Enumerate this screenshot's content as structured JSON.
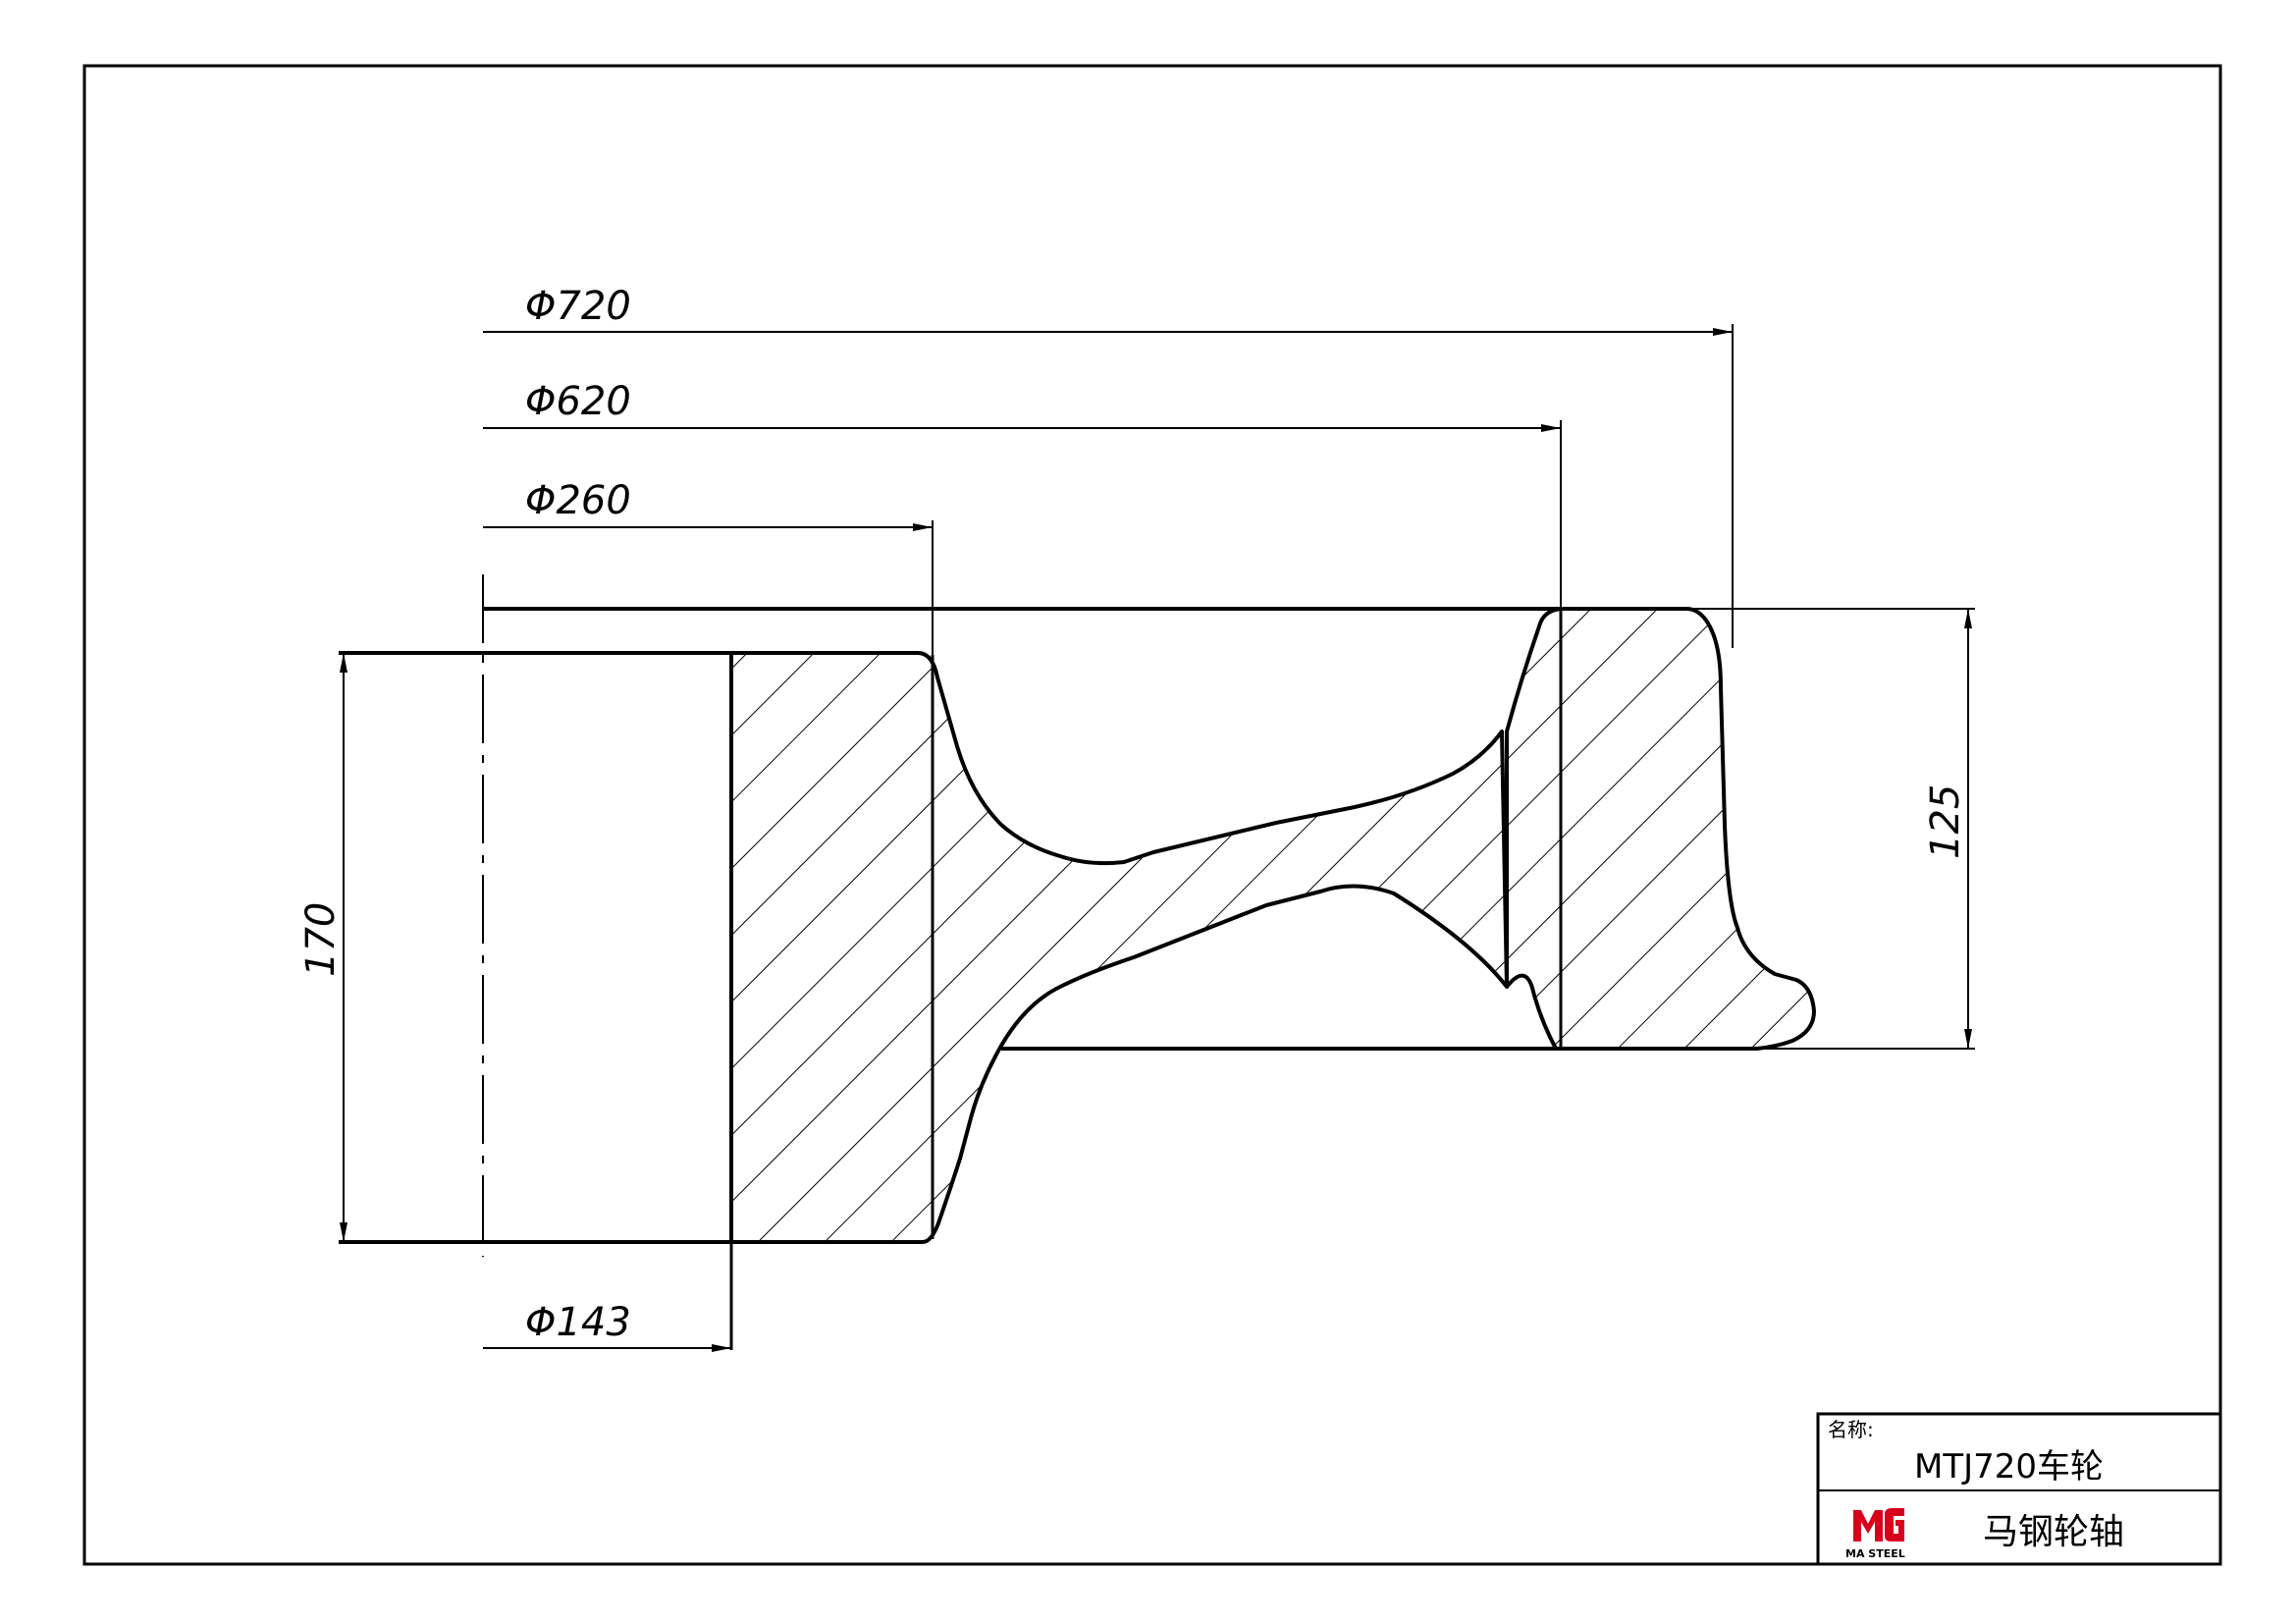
{
  "dimensions": {
    "d720": "Φ720",
    "d620": "Φ620",
    "d260": "Φ260",
    "d143": "Φ143",
    "h170": "170",
    "h125": "125"
  },
  "title_block": {
    "name_label": "名称:",
    "name_value": "MTJ720车轮",
    "company": "马钢轮轴",
    "logo_text": "MA STEEL",
    "logo_color": "#d9001b"
  }
}
